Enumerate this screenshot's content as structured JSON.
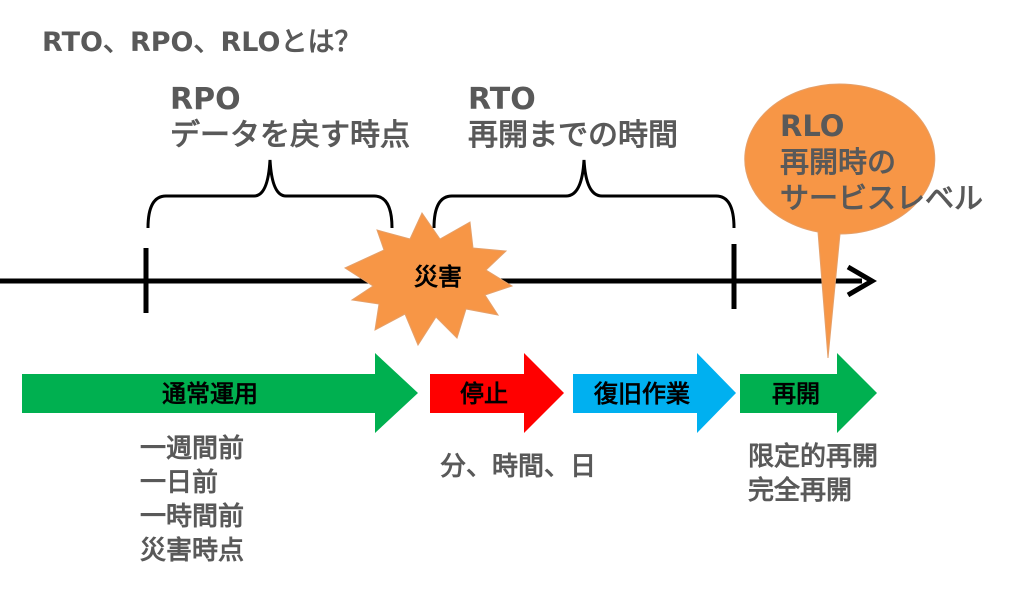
{
  "title": "RTO、RPO、RLOとは？",
  "rpo": {
    "name": "RPO",
    "desc": "データを戻す時点"
  },
  "rto": {
    "name": "RTO",
    "desc": "再開までの時間"
  },
  "rlo": {
    "name": "RLO",
    "line1": "再開時の",
    "line2": "サービスレベル",
    "color": "#F79646"
  },
  "disaster": {
    "label": "災害",
    "color": "#F79646"
  },
  "phases": [
    {
      "label": "通常運用",
      "color": "#00B050"
    },
    {
      "label": "停止",
      "color": "#FF0000"
    },
    {
      "label": "復旧作業",
      "color": "#00B0F0"
    },
    {
      "label": "再開",
      "color": "#00B050"
    }
  ],
  "rpo_points": [
    "一週間前",
    "一日前",
    "一時間前",
    "災害時点"
  ],
  "rto_units": "分、時間、日",
  "rlo_levels": [
    "限定的再開",
    "完全再開"
  ]
}
